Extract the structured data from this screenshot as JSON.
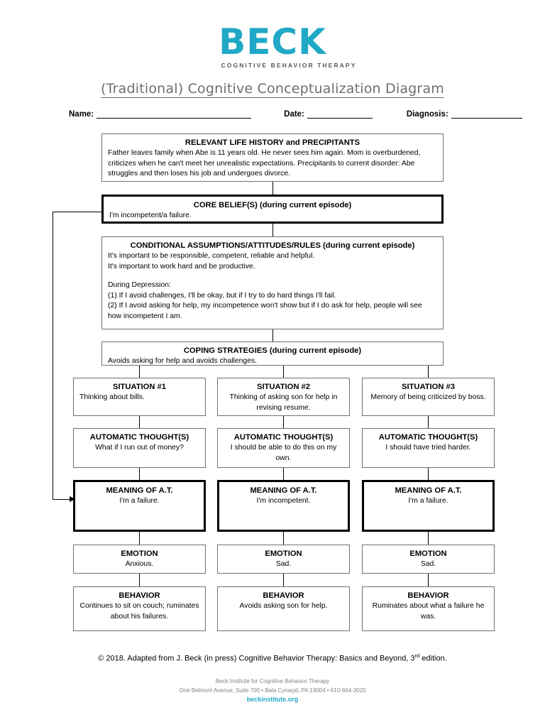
{
  "brand": {
    "logo_word": "BECK",
    "logo_tagline": "COGNITIVE BEHAVIOR THERAPY",
    "accent_color": "#21a8c6",
    "title_color": "#6d6e71"
  },
  "document": {
    "title": "(Traditional) Cognitive Conceptualization Diagram"
  },
  "form": {
    "name_label": "Name:",
    "name_value": "",
    "date_label": "Date:",
    "date_value": "",
    "diagnosis_label": "Diagnosis:",
    "diagnosis_value": ""
  },
  "diagram": {
    "history": {
      "header": "RELEVANT LIFE HISTORY and PRECIPITANTS",
      "body": "Father leaves family when Abe is 11 years old. He never sees him again. Mom is overburdened, criticizes when he can't meet her unrealistic expectations. Precipitants to current disorder: Abe struggles and then loses his job and undergoes divorce."
    },
    "core_belief": {
      "header": "CORE BELIEF(S) (during current episode)",
      "body": "I'm incompetent/a failure."
    },
    "assumptions": {
      "header": "CONDITIONAL ASSUMPTIONS/ATTITUDES/RULES (during current episode)",
      "line1": "It's important to be responsible, competent, reliable and helpful.",
      "line2": "It's important to work hard and be productive.",
      "line3": "During Depression:",
      "line4": "(1) If I avoid challenges, I'll be okay, but if I try to do hard things I'll fail.",
      "line5": "(2) If I avoid asking for help, my incompetence won't show but if I do ask for help, people will see how incompetent I am."
    },
    "coping": {
      "header": "COPING STRATEGIES (during current episode)",
      "body": "Avoids asking for help and avoids challenges."
    },
    "columns": [
      {
        "situation_header": "SITUATION #1",
        "situation_body": "Thinking about bills.",
        "thought_header": "AUTOMATIC THOUGHT(S)",
        "thought_body": "What if I run out of money?",
        "meaning_header": "MEANING OF A.T.",
        "meaning_body": "I'm a failure.",
        "emotion_header": "EMOTION",
        "emotion_body": "Anxious.",
        "behavior_header": "BEHAVIOR",
        "behavior_body": "Continues to sit on couch; ruminates about his failures."
      },
      {
        "situation_header": "SITUATION #2",
        "situation_body": "Thinking of asking son for help in revising resume.",
        "thought_header": "AUTOMATIC THOUGHT(S)",
        "thought_body": "I should be able to do this on my own.",
        "meaning_header": "MEANING OF A.T.",
        "meaning_body": "I'm incompetent.",
        "emotion_header": "EMOTION",
        "emotion_body": "Sad.",
        "behavior_header": "BEHAVIOR",
        "behavior_body": "Avoids asking son for help."
      },
      {
        "situation_header": "SITUATION #3",
        "situation_body": "Memory of being criticized by boss.",
        "thought_header": "AUTOMATIC THOUGHT(S)",
        "thought_body": "I should have tried harder.",
        "meaning_header": "MEANING OF A.T.",
        "meaning_body": "I'm a failure.",
        "emotion_header": "EMOTION",
        "emotion_body": "Sad.",
        "behavior_header": "BEHAVIOR",
        "behavior_body": "Ruminates about what a failure he was."
      }
    ]
  },
  "footer": {
    "copyright_pre": "© 2018. Adapted from J. Beck (in press) Cognitive Behavior Therapy: Basics and Beyond, 3",
    "copyright_sup": "rd",
    "copyright_post": " edition.",
    "institute_name": "Beck Institute for Cognitive Behavior Therapy",
    "institute_address": "One Belmont Avenue, Suite 700 • Bala Cynwyd, PA 19004 • 610-664-3020",
    "institute_url": "beckinstitute.org"
  }
}
